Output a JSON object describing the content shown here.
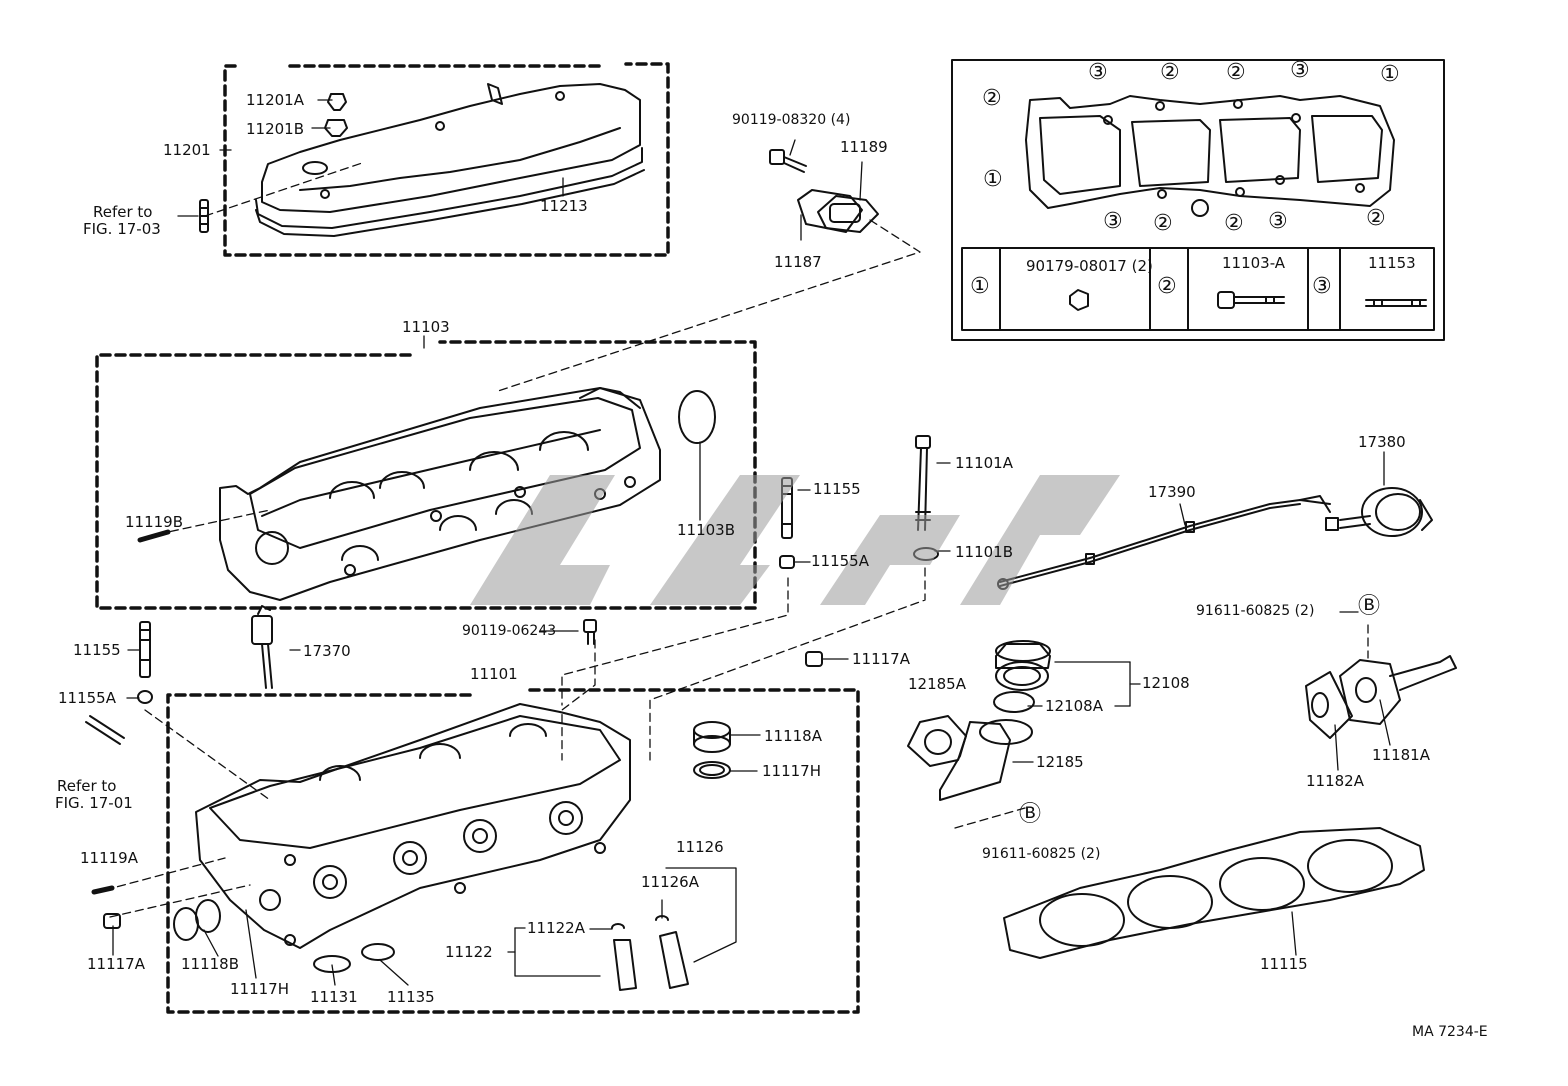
{
  "labels": {
    "p11201A": "11201A",
    "p11201B": "11201B",
    "p11201": "11201",
    "p11213": "11213",
    "refer1": "Refer to",
    "fig1703": "FIG. 17-03",
    "p90119_08320": "90119-08320 (4)",
    "p11189": "11189",
    "p11187": "11187",
    "p11103": "11103",
    "p11119B": "11119B",
    "p11103B": "11103B",
    "p11101A": "11101A",
    "p11155a": "11155",
    "p11155Aa": "11155A",
    "p11101B": "11101B",
    "p17390": "17390",
    "p17380": "17380",
    "p11155b": "11155",
    "p17370": "17370",
    "p90119_06243": "90119-06243",
    "p11117Aa": "11117A",
    "p11101": "11101",
    "p11155Ab": "11155A",
    "refer2": "Refer to",
    "fig1701": "FIG. 17-01",
    "p11118A": "11118A",
    "p11117Ha": "11117H",
    "p12185A": "12185A",
    "p12108": "12108",
    "p12108A": "12108A",
    "p12185": "12185",
    "p91611a": "91611-60825 (2)",
    "p91611b": "91611-60825 (2)",
    "p11181A": "11181A",
    "p11182A": "11182A",
    "p11119A": "11119A",
    "p11126": "11126",
    "p11126A": "11126A",
    "p11122A": "11122A",
    "p11122": "11122",
    "p11117Ab": "11117A",
    "p11118B": "11118B",
    "p11117Hb": "11117H",
    "p11131": "11131",
    "p11135": "11135",
    "p11115": "11115",
    "code": "MA 7234-E"
  },
  "circle_markers": {
    "one": "①",
    "two": "②",
    "three": "③",
    "b": "Ⓑ"
  },
  "bolt_table": {
    "rows": [
      {
        "marker": "①",
        "part": "90179-08017 (2)"
      },
      {
        "marker": "②",
        "part": "11103-A"
      },
      {
        "marker": "③",
        "part": "11153"
      }
    ]
  },
  "icons": [
    "valve-cover-icon",
    "cylinder-head-icon",
    "camshaft-housing-icon",
    "head-gasket-icon",
    "water-outlet-icon",
    "cable-icon",
    "actuator-icon"
  ]
}
